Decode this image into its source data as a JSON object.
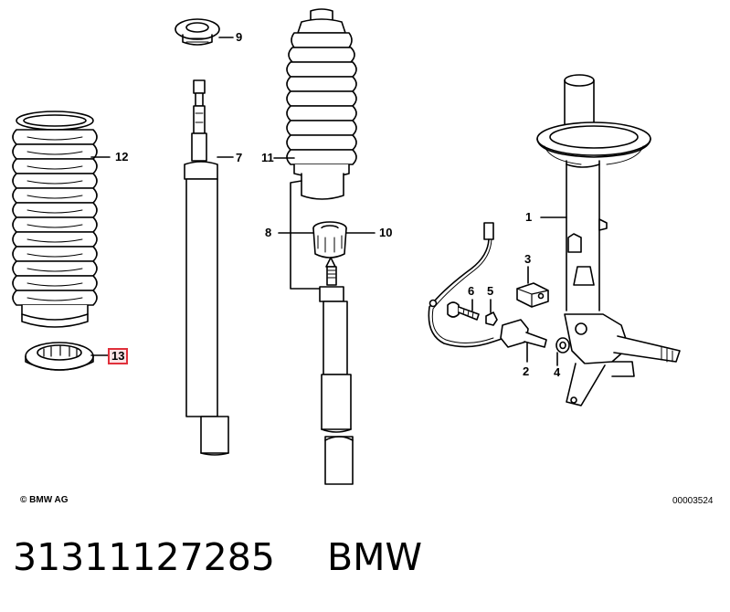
{
  "callouts": {
    "c1": "1",
    "c2": "2",
    "c3": "3",
    "c4": "4",
    "c5": "5",
    "c6": "6",
    "c7": "7",
    "c8": "8",
    "c9": "9",
    "c10": "10",
    "c11": "11",
    "c12": "12",
    "c13": "13"
  },
  "highlight_color": "#e0303b",
  "copyright": "© BMW AG",
  "drawing_number": "00003524",
  "part_number": "31311127285",
  "brand": "BMW"
}
